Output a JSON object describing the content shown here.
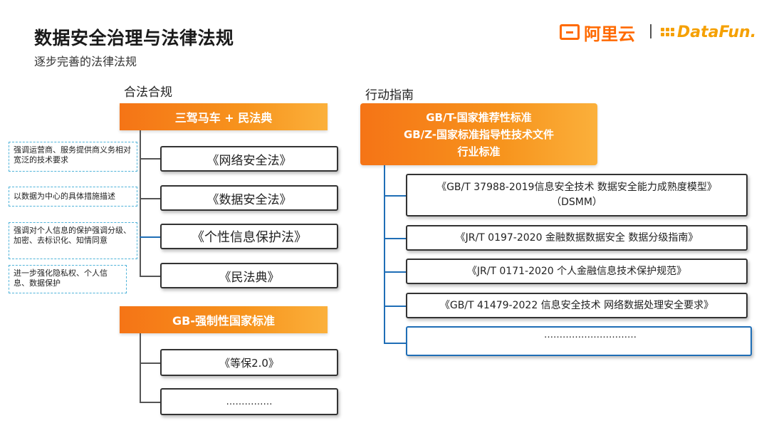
{
  "header": {
    "title": "数据安全治理与法律法规",
    "subtitle": "逐步完善的法律法规",
    "logo_aliyun": "阿里云",
    "logo_datafun": "DataFun."
  },
  "left": {
    "label": "合法合规",
    "bar1": "三驾马车 + 民法典",
    "items": [
      "《网络安全法》",
      "《数据安全法》",
      "《个性信息保护法》",
      "《民法典》"
    ],
    "notes": [
      "强调运营商、服务提供商义务相对宽泛的技术要求",
      "以数据为中心的具体措施描述",
      "强调对个人信息的保护强调分级、加密、去标识化、知情同意",
      "进一步强化隐私权、个人信息、数据保护"
    ],
    "bar2": "GB-强制性国家标准",
    "items2": [
      "《等保2.0》",
      "……………"
    ]
  },
  "right": {
    "label": "行动指南",
    "bar_lines": [
      "GB/T-国家推荐性标准",
      "GB/Z-国家标准指导性技术文件",
      "行业标准"
    ],
    "items": [
      [
        "《GB/T 37988-2019信息安全技术 数据安全能力成熟度模型》",
        "（DSMM）"
      ],
      [
        "《JR/T 0197-2020 金融数据数据安全 数据分级指南》"
      ],
      [
        "《JR/T 0171-2020 个人金融信息技术保护规范》"
      ],
      [
        "《GB/T 41479-2022 信息安全技术  网络数据处理安全要求》"
      ],
      [
        "…………………………"
      ]
    ]
  },
  "colors": {
    "accent_orange": "#f7941d",
    "brand_aliyun": "#ff6a00",
    "link_blue": "#1f6eb6"
  }
}
